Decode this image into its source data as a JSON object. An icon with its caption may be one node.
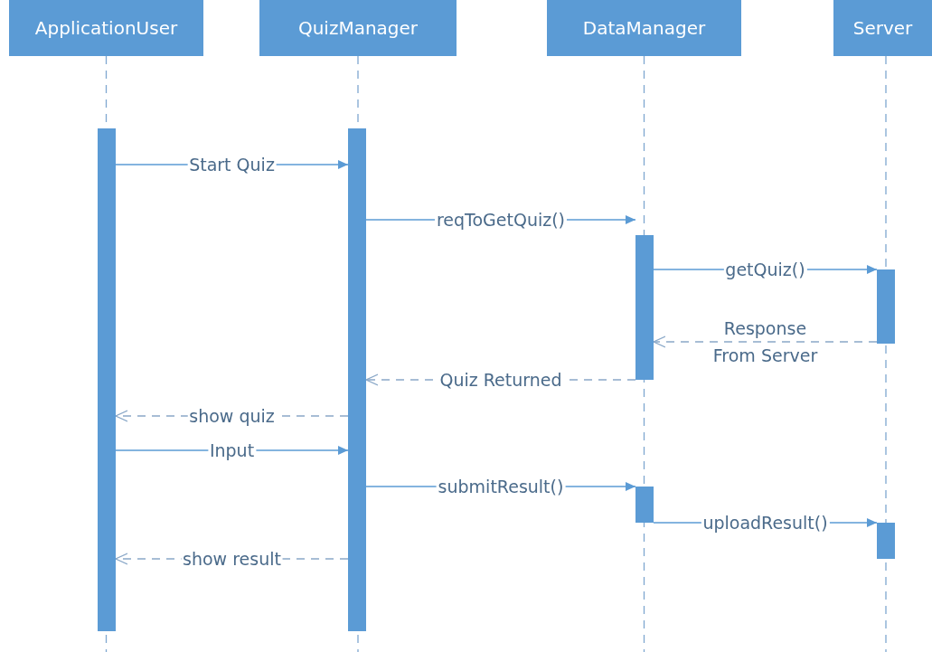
{
  "diagram": {
    "nodes": [
      {
        "text": [
          "ApplicationUser"
        ]
      },
      {
        "text": [
          "QuizManager"
        ]
      },
      {
        "text": [
          "DataManager"
        ]
      },
      {
        "text": [
          "Server"
        ]
      },
      {
        "text": [],
        "shape": "bar"
      },
      {
        "text": [],
        "shape": "bar"
      },
      {
        "text": [],
        "shape": "bar"
      },
      {
        "text": [],
        "shape": "bar"
      },
      {
        "text": [],
        "shape": "bar"
      },
      {
        "text": [],
        "shape": "bar"
      }
    ],
    "edges": [
      {
        "from": 4,
        "to": 5,
        "arrow": "to",
        "label": "Start Quiz"
      },
      {
        "from": 5,
        "to": 6,
        "arrow": "to",
        "label": "reqToGetQuiz()"
      },
      {
        "from": 6,
        "to": 7,
        "arrow": "to",
        "label": "getQuiz()"
      },
      {
        "from": 7,
        "to": 6,
        "arrow": "to",
        "label": "Response From Server",
        "style": "dashed"
      },
      {
        "from": 6,
        "to": 5,
        "arrow": "to",
        "label": "Quiz Returned",
        "style": "dashed"
      },
      {
        "from": 5,
        "to": 4,
        "arrow": "to",
        "label": "show quiz",
        "style": "dashed"
      },
      {
        "from": 4,
        "to": 5,
        "arrow": "to",
        "label": "Input"
      },
      {
        "from": 5,
        "to": 8,
        "arrow": "to",
        "label": "submitResult()"
      },
      {
        "from": 8,
        "to": 9,
        "arrow": "to",
        "label": "uploadResult()"
      },
      {
        "from": 5,
        "to": 4,
        "arrow": "to",
        "label": "show result",
        "style": "dashed"
      }
    ]
  }
}
